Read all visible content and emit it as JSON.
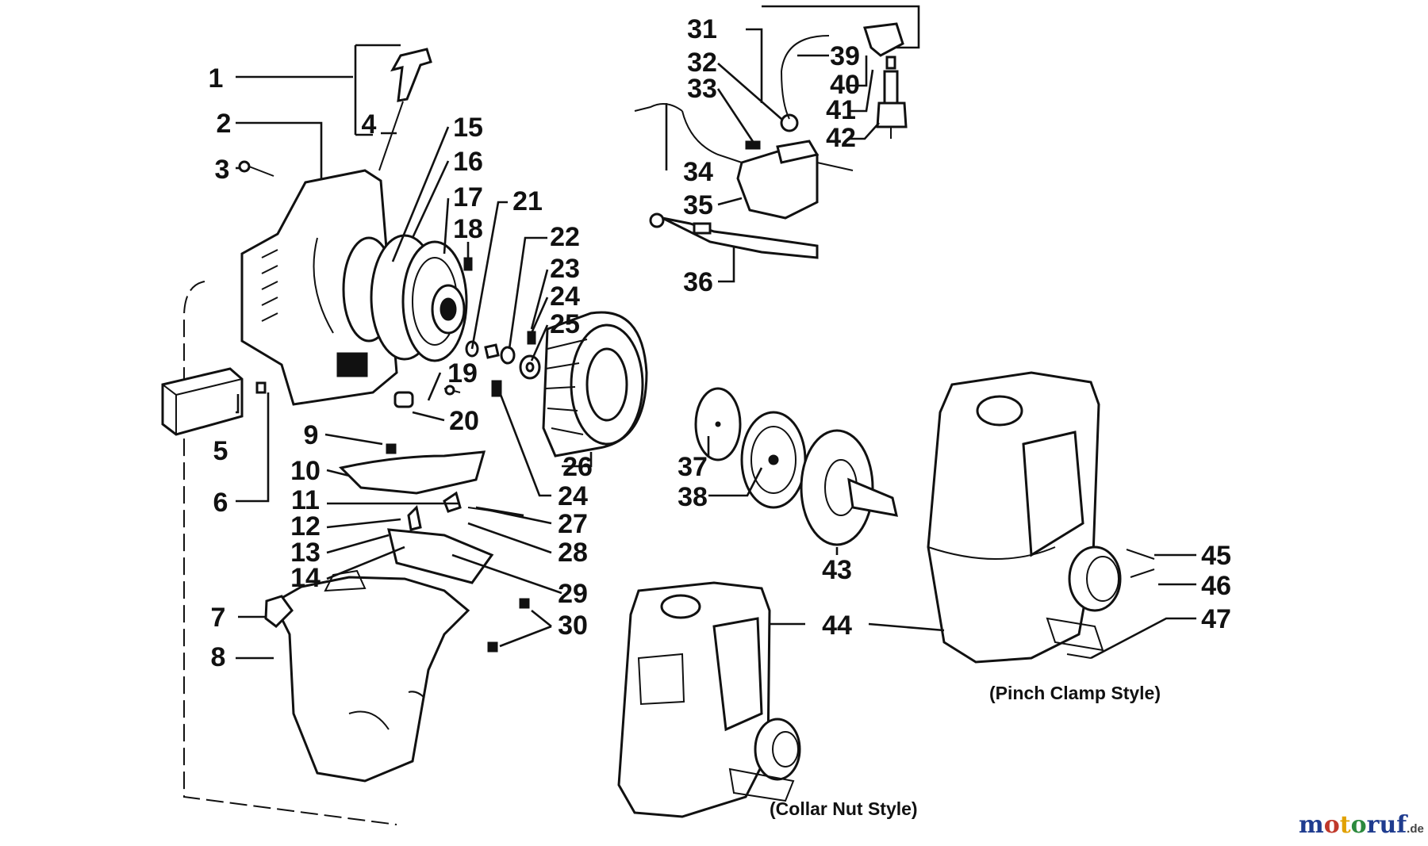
{
  "diagram": {
    "captions": {
      "pinch_clamp": "(Pinch Clamp Style)",
      "collar_nut": "(Collar Nut Style)"
    },
    "callouts": [
      "1",
      "2",
      "3",
      "4",
      "5",
      "6",
      "7",
      "8",
      "9",
      "10",
      "11",
      "12",
      "13",
      "14",
      "15",
      "16",
      "17",
      "18",
      "19",
      "20",
      "21",
      "22",
      "23",
      "24",
      "25",
      "26",
      "27",
      "28",
      "29",
      "30",
      "31",
      "32",
      "33",
      "34",
      "35",
      "36",
      "37",
      "38",
      "39",
      "40",
      "41",
      "42",
      "43",
      "44",
      "45",
      "46",
      "47"
    ],
    "repeated_callouts": {
      "24": [
        "24",
        "24"
      ],
      "44": [
        "44"
      ]
    }
  },
  "watermark": {
    "text": "motoruf",
    "suffix": ".de",
    "colors": {
      "m": "#1f3c8f",
      "o": "#c0392b",
      "t": "#e1a100",
      "o2": "#2c8a3e",
      "rest": "#1f3c8f"
    }
  }
}
